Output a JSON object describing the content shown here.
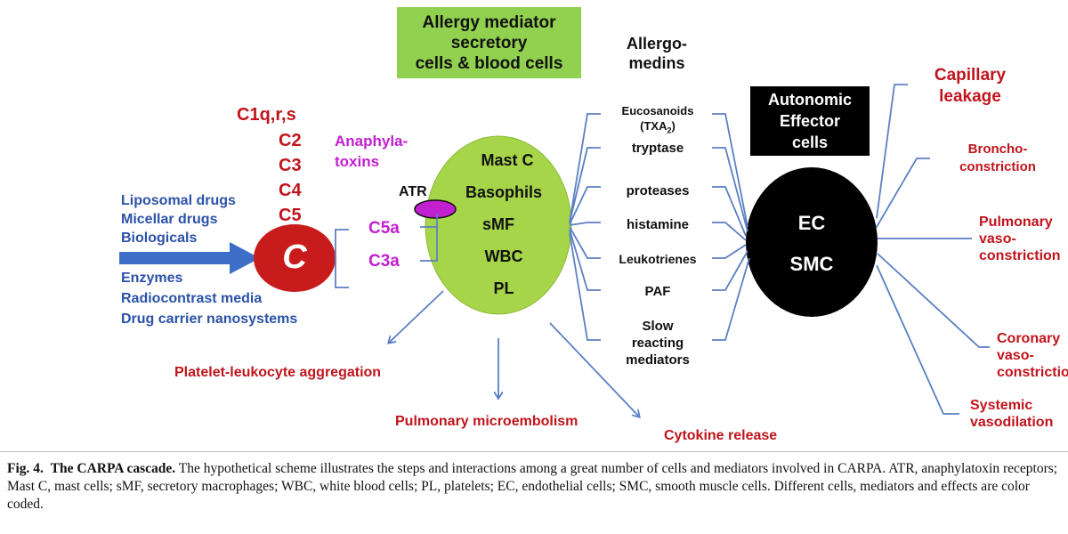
{
  "diagram": {
    "mediator_box": "Allergy mediator\nsecretory\ncells & blood cells",
    "allergomedins": "Allergo-\nmedins",
    "effector_box": "Autonomic\nEffector\ncells",
    "complement_list": [
      "C1q,r,s",
      "C2",
      "C3",
      "C4",
      "C5"
    ],
    "complement_node": "C",
    "triggers_top": [
      "Liposomal drugs",
      "Micellar drugs",
      "Biologicals"
    ],
    "triggers_bottom": [
      "Enzymes",
      "Radiocontrast media",
      "Drug carrier nanosystems"
    ],
    "anaphylatoxins_label": "Anaphyla-\ntoxins",
    "receptor_label": "ATR",
    "anaphylatoxins": [
      "C5a",
      "C3a"
    ],
    "cell_types": [
      "Mast C",
      "Basophils",
      "sMF",
      "WBC",
      "PL"
    ],
    "mediators": {
      "eucosanoids": "Eucosanoids",
      "txa_prefix": "(TXA",
      "txa_sub": "2",
      "txa_suffix": ")",
      "others": [
        "tryptase",
        "proteases",
        "histamine",
        "Leukotrienes",
        "PAF",
        "Slow\nreacting\nmediators"
      ]
    },
    "effector_cells": [
      "EC",
      "SMC"
    ],
    "effects": [
      "Capillary\nleakage",
      "Broncho-\nconstriction",
      "Pulmonary\nvaso-\nconstriction",
      "Coronary\nvaso-\nconstriction",
      "Systemic\nvasodilation"
    ],
    "side_effects": [
      "Platelet-leukocyte aggregation",
      "Pulmonary microembolism",
      "Cytokine release"
    ],
    "colors": {
      "red": "#c0141c",
      "blue": "#2b52a8",
      "magenta": "#c21fd0",
      "green": "#92d050",
      "line_blue": "#5b7fc4"
    }
  },
  "caption": {
    "label": "Fig. 4.",
    "title": "The CARPA cascade.",
    "text": "The hypothetical scheme illustrates the steps and interactions among a great number of cells and mediators involved in CARPA. ATR, anaphylatoxin receptors; Mast C, mast cells; sMF, secretory macrophages; WBC, white blood cells; PL, platelets; EC, endothelial cells; SMC, smooth muscle cells. Different cells, mediators and effects are color coded."
  }
}
